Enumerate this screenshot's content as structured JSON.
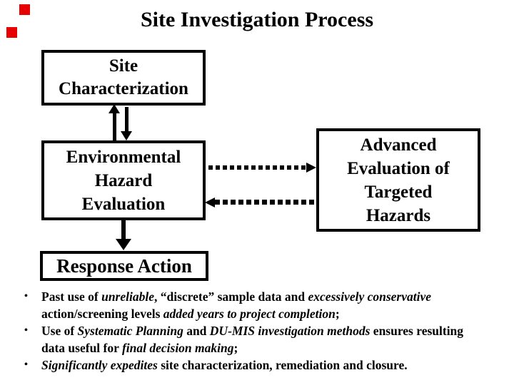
{
  "slide": {
    "title": "Site Investigation Process",
    "bullet_glyph": "•",
    "accent_color": "#E60000",
    "background_color": "#FFFFFF",
    "line_color": "#000000"
  },
  "diagram": {
    "boxes": {
      "site_characterization": {
        "lines": [
          "Site",
          "Characterization"
        ]
      },
      "environmental_hazard_evaluation": {
        "lines": [
          "Environmental",
          "Hazard",
          "Evaluation"
        ]
      },
      "advanced_evaluation": {
        "lines": [
          "Advanced",
          "Evaluation of",
          "Targeted",
          "Hazards"
        ]
      },
      "response_action": {
        "lines": [
          "Response Action"
        ]
      }
    },
    "arrows": [
      {
        "name": "up-arrow-ehe-to-site-characterization",
        "type": "solid",
        "direction": "up"
      },
      {
        "name": "down-arrow-site-characterization-to-ehe",
        "type": "solid",
        "direction": "down"
      },
      {
        "name": "dotted-arrow-ehe-to-advanced-evaluation",
        "type": "dotted",
        "direction": "right"
      },
      {
        "name": "dotted-arrow-advanced-evaluation-to-ehe",
        "type": "dotted",
        "direction": "left"
      },
      {
        "name": "down-arrow-ehe-to-response-action",
        "type": "solid",
        "direction": "down"
      }
    ]
  },
  "bullets": [
    {
      "segments": [
        {
          "t": "Past use of ",
          "i": false
        },
        {
          "t": "unreliable",
          "i": true
        },
        {
          "t": ", “discrete” sample data and ",
          "i": false
        },
        {
          "t": "excessively conservative",
          "i": true
        },
        {
          "t": " action/screening levels ",
          "i": false
        },
        {
          "t": "added years to project completion",
          "i": true
        },
        {
          "t": ";",
          "i": false
        }
      ]
    },
    {
      "segments": [
        {
          "t": "Use of ",
          "i": false
        },
        {
          "t": "Systematic Planning",
          "i": true
        },
        {
          "t": " and ",
          "i": false
        },
        {
          "t": "DU-MIS investigation methods",
          "i": true
        },
        {
          "t": " ensures resulting data useful for ",
          "i": false
        },
        {
          "t": "final decision making",
          "i": true
        },
        {
          "t": ";",
          "i": false
        }
      ]
    },
    {
      "segments": [
        {
          "t": "Significantly expedites",
          "i": true
        },
        {
          "t": " site characterization, remediation and closure.",
          "i": false
        }
      ]
    }
  ]
}
